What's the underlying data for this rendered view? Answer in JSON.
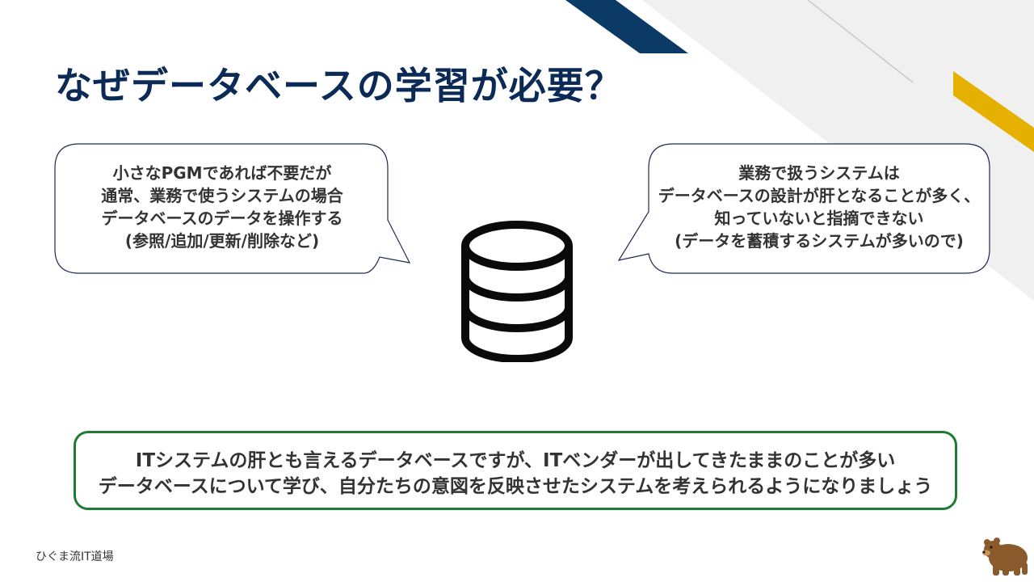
{
  "slide": {
    "title": "なぜデータベースの学習が必要？",
    "left_bubble_lines": [
      "小さなPGMであれば不要だが",
      "通常、業務で使うシステムの場合",
      "データベースのデータを操作する",
      "(参照/追加/更新/削除など)"
    ],
    "right_bubble_lines": [
      "業務で扱うシステムは",
      "データベースの設計が肝となることが多く、",
      "知っていないと指摘できない",
      "(データを蓄積するシステムが多いので)"
    ],
    "summary_lines": [
      "ITシステムの肝とも言えるデータベースですが、ITベンダーが出してきたままのことが多い",
      "データベースについて学び、自分たちの意図を反映させたシステムを考えられるようになりましょう"
    ],
    "footer_text": "ひぐま流IT道場",
    "icons": [
      "database-icon",
      "bear-logo-icon"
    ]
  },
  "colors": {
    "title": "#0b2a55",
    "navy_stripe": "#0b3a66",
    "gold_stripe": "#e6b000",
    "light_band": "#f0f0f0",
    "summary_border": "#1e7b34",
    "bubble_border": "#1f2a55"
  }
}
